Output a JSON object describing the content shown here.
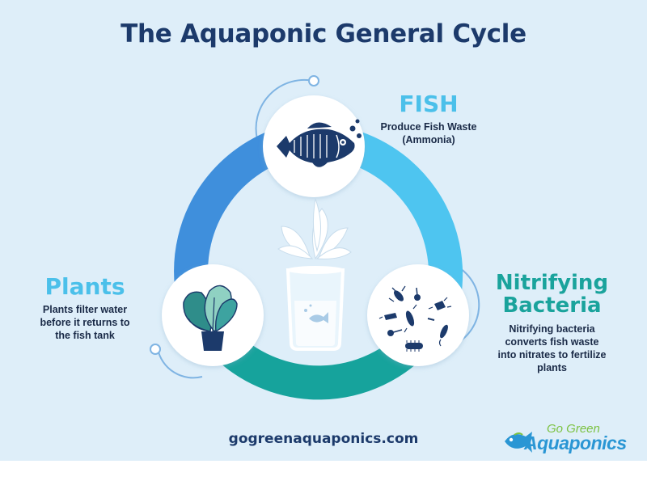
{
  "title": "The Aquaponic General Cycle",
  "nodes": {
    "fish": {
      "title": "FISH",
      "line1": "Produce Fish Waste",
      "line2": "(Ammonia)"
    },
    "plants": {
      "title": "Plants",
      "line1": "Plants filter water",
      "line2": "before it returns to",
      "line3": "the fish tank"
    },
    "bacteria": {
      "title_line1": "Nitrifying",
      "title_line2": "Bacteria",
      "line1": "Nitrifying bacteria",
      "line2": "converts fish waste",
      "line3": "into nitrates to fertilize",
      "line4": "plants"
    }
  },
  "footer": {
    "url": "gogreenaquaponics.com"
  },
  "logo": {
    "line1": "Go Green",
    "line2": "Aquaponics"
  },
  "colors": {
    "background": "#deeef9",
    "title": "#1c3a6b",
    "accent_light": "#4bc0ea",
    "accent_teal": "#1aa39c",
    "ring_blue": "#3f8fdc",
    "ring_light": "#4ec5f0",
    "ring_teal": "#16a39c"
  }
}
